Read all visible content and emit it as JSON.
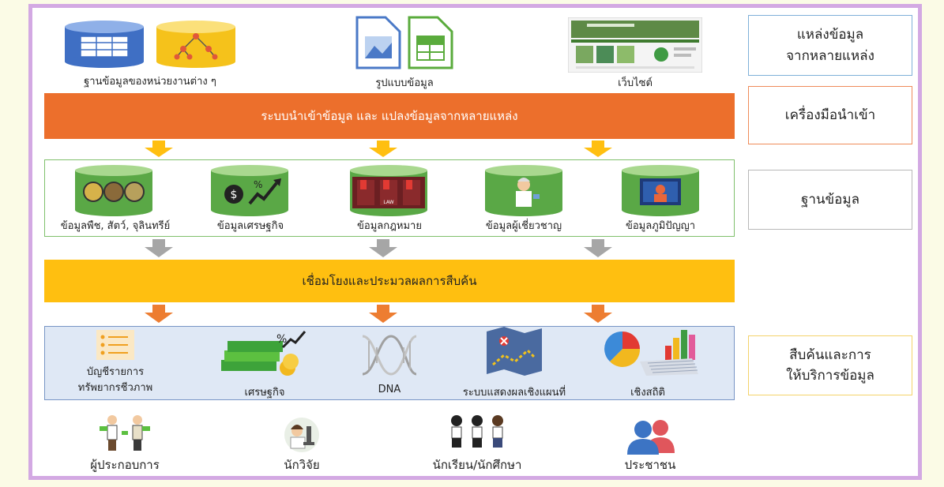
{
  "sources": {
    "databases_label": "ฐานข้อมูลของหน่วยงานต่าง ๆ",
    "formats_label": "รูปแบบข้อมูล",
    "websites_label": "เว็บไซต์"
  },
  "import_bar": "ระบบนำเข้าข้อมูล และ แปลงข้อมูลจากหลายแหล่ง",
  "databases": [
    "ข้อมูลพืช, สัตว์, จุลินทรีย์",
    "ข้อมูลเศรษฐกิจ",
    "ข้อมูลกฎหมาย",
    "ข้อมูลผู้เชี่ยวชาญ",
    "ข้อมูลภูมิปัญญา"
  ],
  "law_badge": "LAW",
  "link_bar": "เชื่อมโยงและประมวลผลการสืบค้น",
  "services": {
    "inventory_line1": "บัญชีรายการ",
    "inventory_line2": "ทรัพยากรชีวภาพ",
    "economy": "เศรษฐกิจ",
    "dna": "DNA",
    "map": "ระบบแสดงผลเชิงแผนที่",
    "stats": "เชิงสถิติ"
  },
  "users": [
    "ผู้ประกอบการ",
    "นักวิจัย",
    "นักเรียน/นักศึกษา",
    "ประชาชน"
  ],
  "side_labels": {
    "sources_line1": "แหล่งข้อมูล",
    "sources_line2": "จากหลายแหล่ง",
    "import_tool": "เครื่องมือนำเข้า",
    "database": "ฐานข้อมูล",
    "search_line1": "สืบค้นและการ",
    "search_line2": "ให้บริการข้อมูล"
  },
  "colors": {
    "frame": "#d3a9e3",
    "orange_bar": "#ec6f2c",
    "yellow_bar": "#ffbf10",
    "green_border": "#7fc06c",
    "blue_panel": "#dfe8f5",
    "arrow_yellow": "#ffbf10",
    "arrow_gray": "#a6a6a6",
    "arrow_orange": "#ed7d31"
  }
}
